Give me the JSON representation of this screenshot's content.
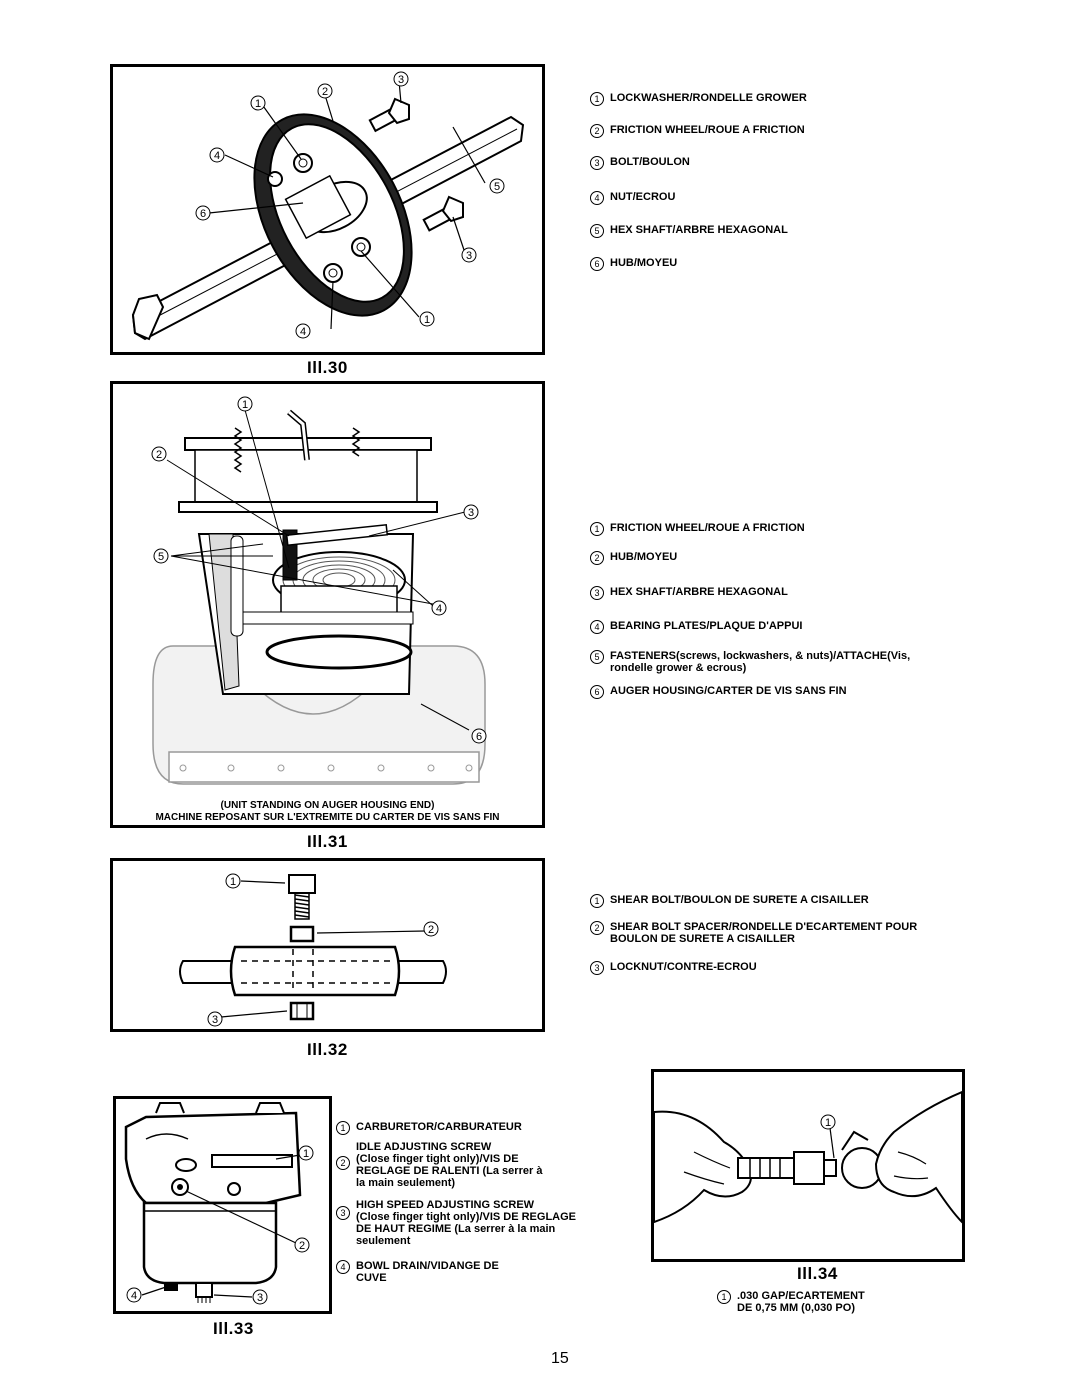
{
  "figures": {
    "ill30": {
      "label": "Ill.30",
      "callouts": [
        "1",
        "2",
        "3",
        "4",
        "5",
        "6",
        "3",
        "1",
        "4"
      ],
      "legend": [
        {
          "num": "1",
          "text": "LOCKWASHER/RONDELLE GROWER"
        },
        {
          "num": "2",
          "text": "FRICTION WHEEL/ROUE A FRICTION"
        },
        {
          "num": "3",
          "text": "BOLT/BOULON"
        },
        {
          "num": "4",
          "text": "NUT/ECROU"
        },
        {
          "num": "5",
          "text": "HEX SHAFT/ARBRE HEXAGONAL"
        },
        {
          "num": "6",
          "text": "HUB/MOYEU"
        }
      ]
    },
    "ill31": {
      "label": "Ill.31",
      "callouts": [
        "1",
        "2",
        "3",
        "5",
        "4",
        "6"
      ],
      "caption_line1": "(UNIT STANDING ON AUGER HOUSING END)",
      "caption_line2": "MACHINE REPOSANT SUR L'EXTREMITE DU CARTER DE VIS SANS FIN",
      "legend": [
        {
          "num": "1",
          "text": "FRICTION WHEEL/ROUE A FRICTION"
        },
        {
          "num": "2",
          "text": "HUB/MOYEU"
        },
        {
          "num": "3",
          "text": "HEX SHAFT/ARBRE HEXAGONAL"
        },
        {
          "num": "4",
          "text": "BEARING PLATES/PLAQUE D'APPUI"
        },
        {
          "num": "5",
          "text": "FASTENERS(screws, lockwashers, & nuts)/ATTACHE(Vis,",
          "text2": "rondelle grower & ecrous)"
        },
        {
          "num": "6",
          "text": "AUGER HOUSING/CARTER DE VIS SANS FIN"
        }
      ]
    },
    "ill32": {
      "label": "Ill.32",
      "callouts": [
        "1",
        "2",
        "3"
      ],
      "legend": [
        {
          "num": "1",
          "text": "SHEAR BOLT/BOULON DE SURETE A CISAILLER"
        },
        {
          "num": "2",
          "text": "SHEAR BOLT SPACER/RONDELLE D'ECARTEMENT POUR",
          "text2": "BOULON DE SURETE A CISAILLER"
        },
        {
          "num": "3",
          "text": "LOCKNUT/CONTRE-ECROU"
        }
      ]
    },
    "ill33": {
      "label": "Ill.33",
      "callouts": [
        "1",
        "2",
        "4",
        "3"
      ],
      "legend": [
        {
          "num": "1",
          "text": "CARBURETOR/CARBURATEUR"
        },
        {
          "num": "2",
          "pre": "IDLE ADJUSTING SCREW",
          "text": "(Close finger tight only)/VIS DE",
          "text2": "REGLAGE DE RALENTI (La serrer à",
          "text3": "la main seulement)"
        },
        {
          "num": "3",
          "text": "HIGH SPEED ADJUSTING SCREW",
          "text2": "(Close finger tight only)/VIS DE REGLAGE",
          "text3": "DE HAUT REGIME (La serrer à la main",
          "text4": "seulement"
        },
        {
          "num": "4",
          "text": "BOWL DRAIN/VIDANGE DE",
          "text2": "CUVE"
        }
      ]
    },
    "ill34": {
      "label": "Ill.34",
      "callouts": [
        "1"
      ],
      "legend": [
        {
          "num": "1",
          "text": ".030 GAP/ECARTEMENT",
          "text2": "DE 0,75 MM (0,030 PO)"
        }
      ]
    }
  },
  "page_number": "15"
}
